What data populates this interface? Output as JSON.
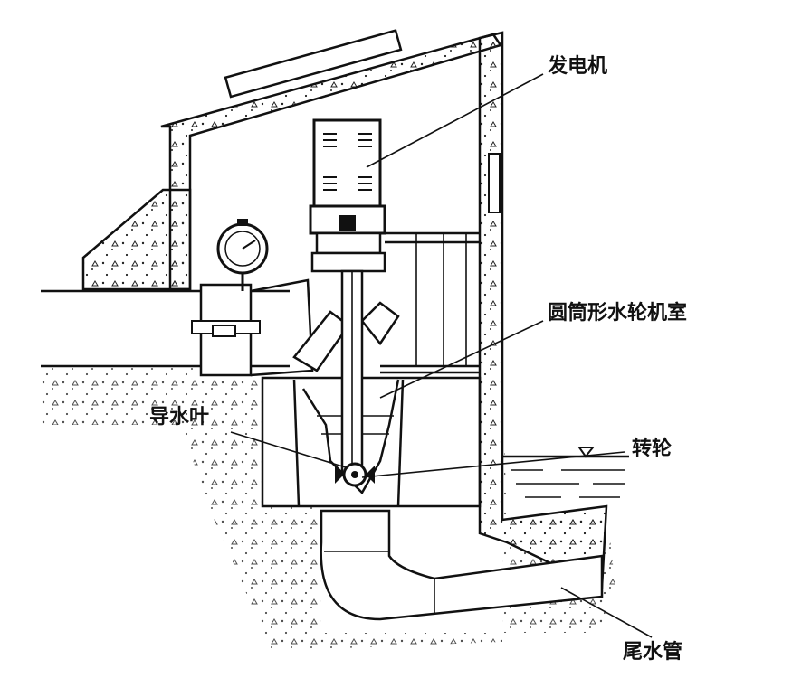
{
  "diagram": {
    "labels": {
      "generator": "发电机",
      "turbine_chamber": "圆筒形水轮机室",
      "guide_vanes": "导水叶",
      "runner": "转轮",
      "draft_tube": "尾水管"
    }
  }
}
